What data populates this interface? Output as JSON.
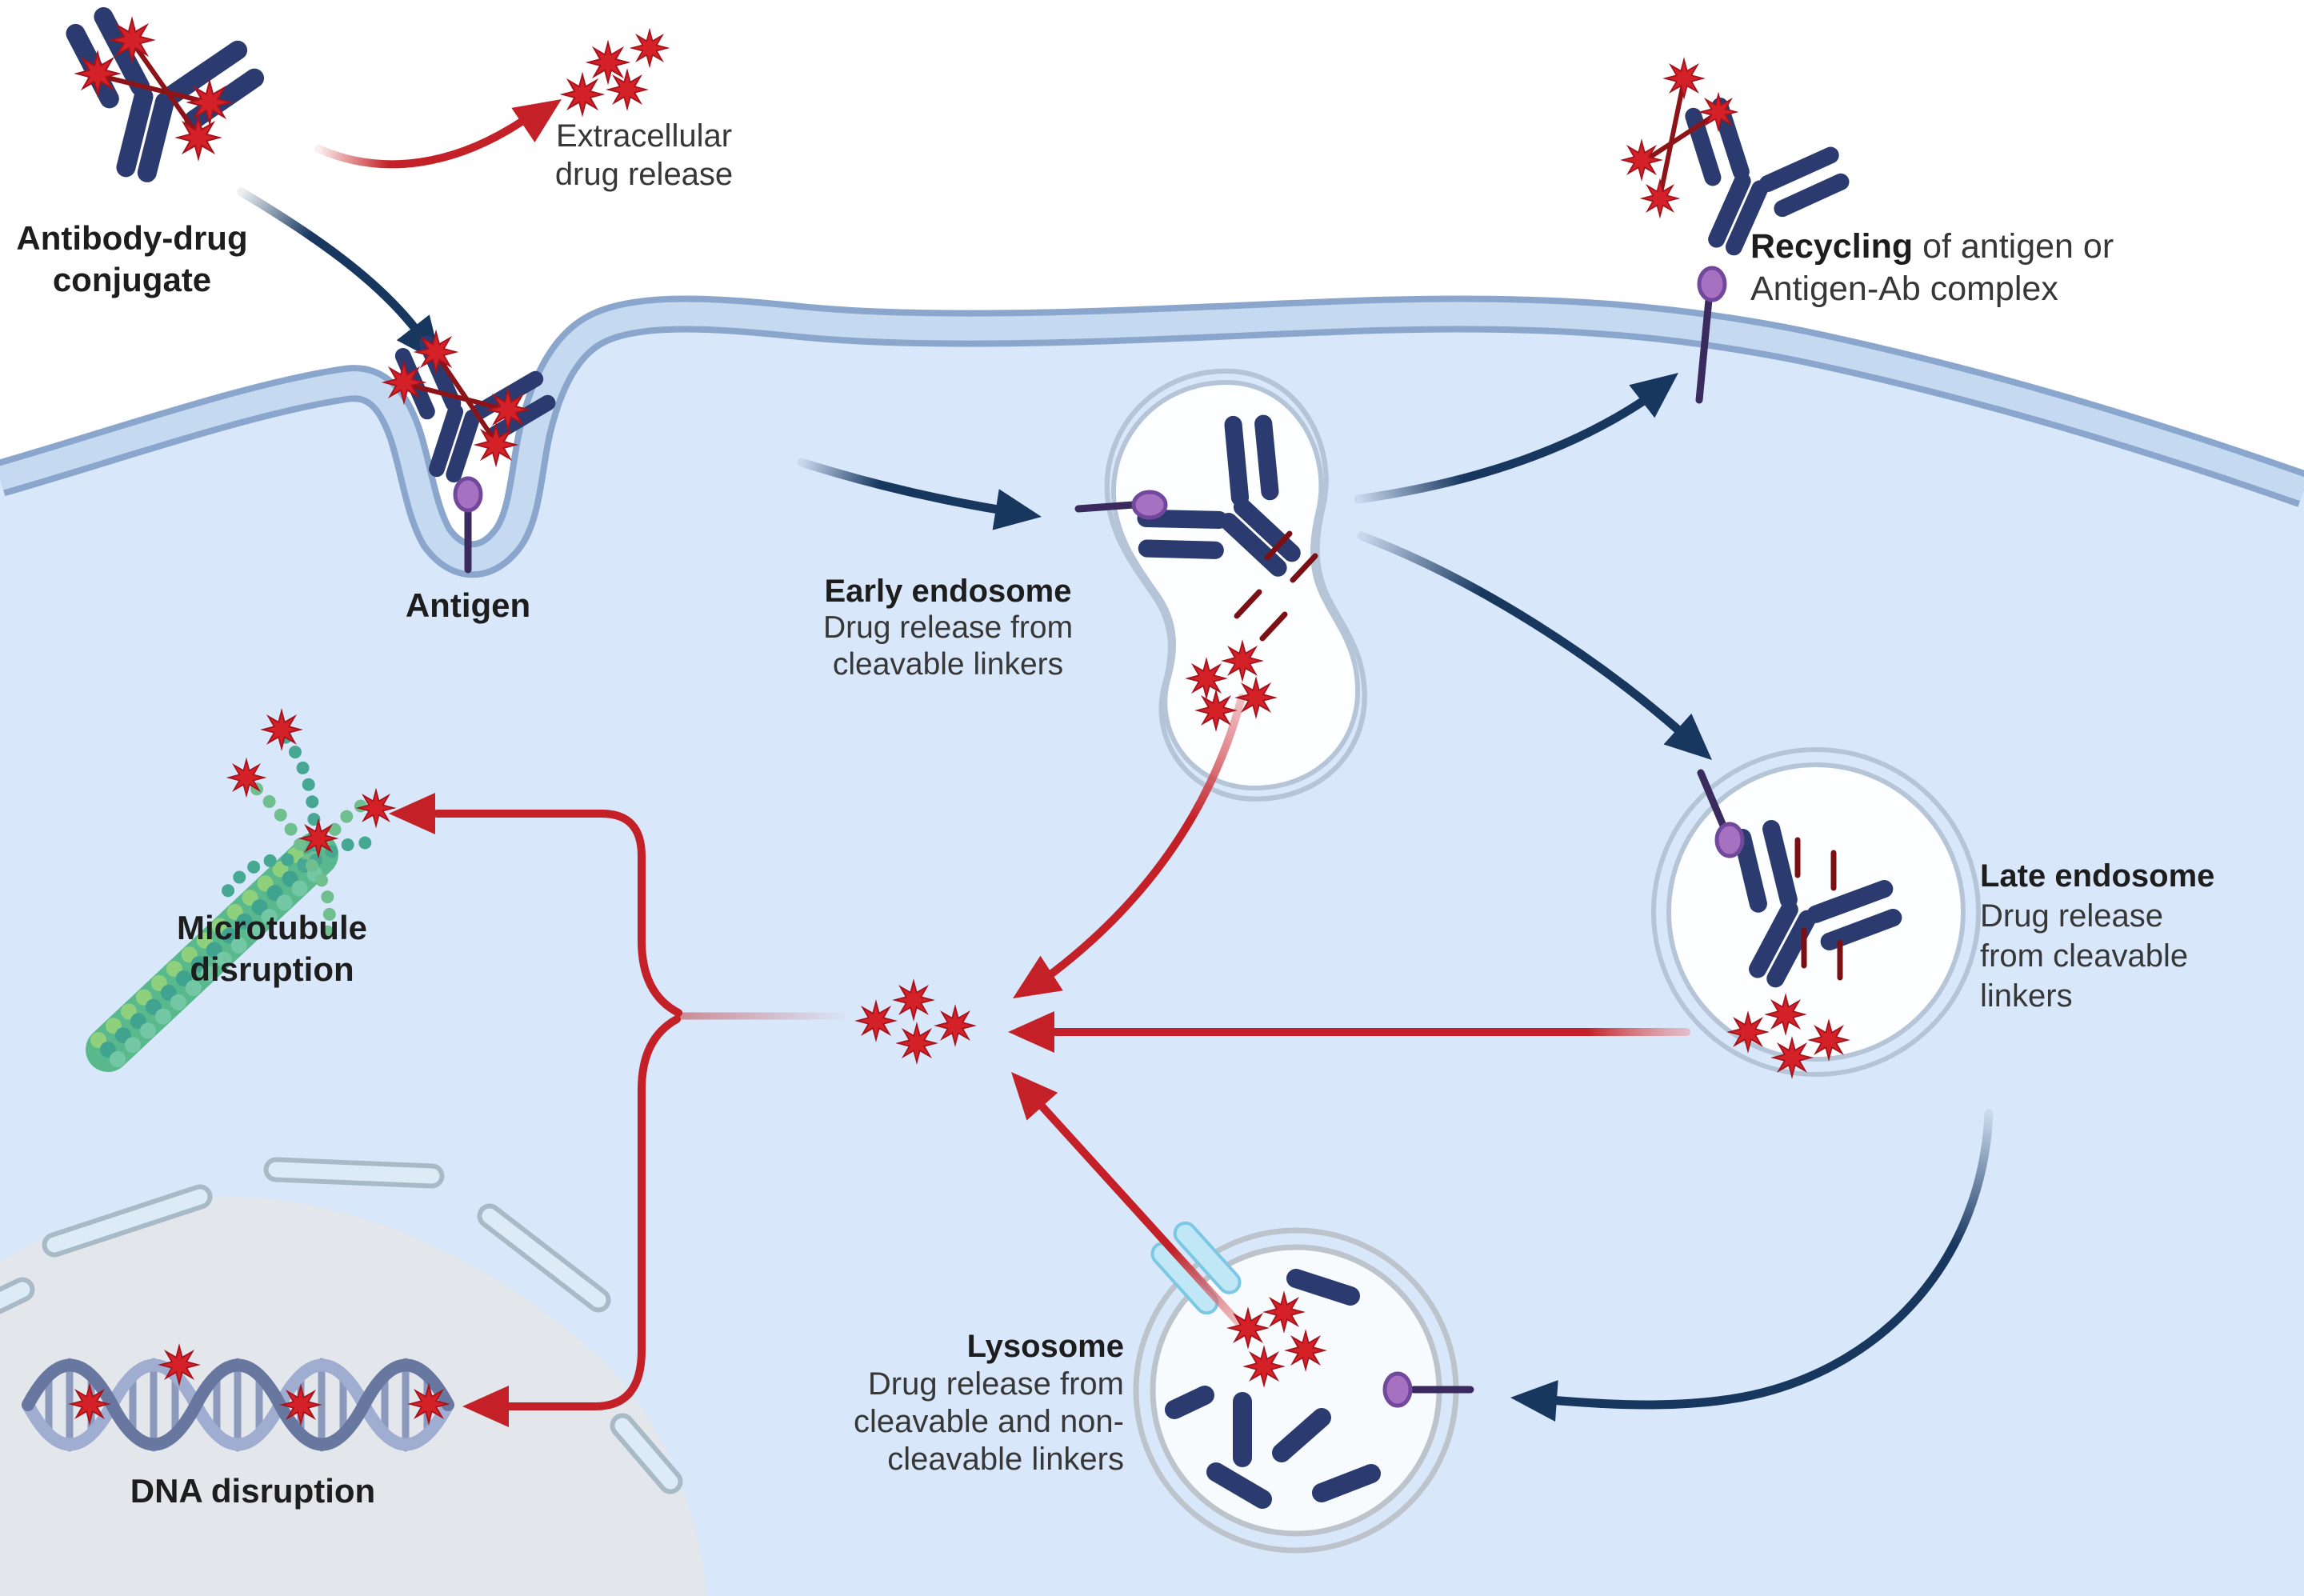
{
  "diagram": {
    "title_implicit": "Antibody-drug conjugate mechanism of action",
    "labels": {
      "adc_line1": "Antibody-drug",
      "adc_line2": "conjugate",
      "extracellular_line1": "Extracellular",
      "extracellular_line2": "drug release",
      "antigen": "Antigen",
      "early_title": "Early endosome",
      "early_sub1": "Drug release from",
      "early_sub2": "cleavable linkers",
      "recycling_bold": "Recycling",
      "recycling_rest": " of antigen or",
      "recycling_line2": "Antigen-Ab complex",
      "late_title": "Late endosome",
      "late_sub1": "Drug release",
      "late_sub2": "from cleavable",
      "late_sub3": "linkers",
      "lysosome_title": "Lysosome",
      "lysosome_sub1": "Drug release from",
      "lysosome_sub2": "cleavable and non-",
      "lysosome_sub3": "cleavable linkers",
      "microtubule_line1": "Microtubule",
      "microtubule_line2": "disruption",
      "dna": "DNA disruption"
    },
    "colors": {
      "antibody_navy": "#2c3b6f",
      "arrow_navy": "#17375f",
      "drug_star_red": "#d42027",
      "arrow_red": "#c32127",
      "linker_dark_red": "#8c1418",
      "antigen_purple": "#a771c1",
      "membrane_edge": "#8aa6cc",
      "membrane_fill": "#c5d9f0",
      "cell_fill": "#d9e7fa",
      "vesicle_ring": "#b5c4d6",
      "nucleus_fill": "#e3e7eb",
      "microtubule_green": "#59b98d",
      "dna_blue": "#67779f",
      "channel_blue": "#bfe7f6"
    }
  }
}
